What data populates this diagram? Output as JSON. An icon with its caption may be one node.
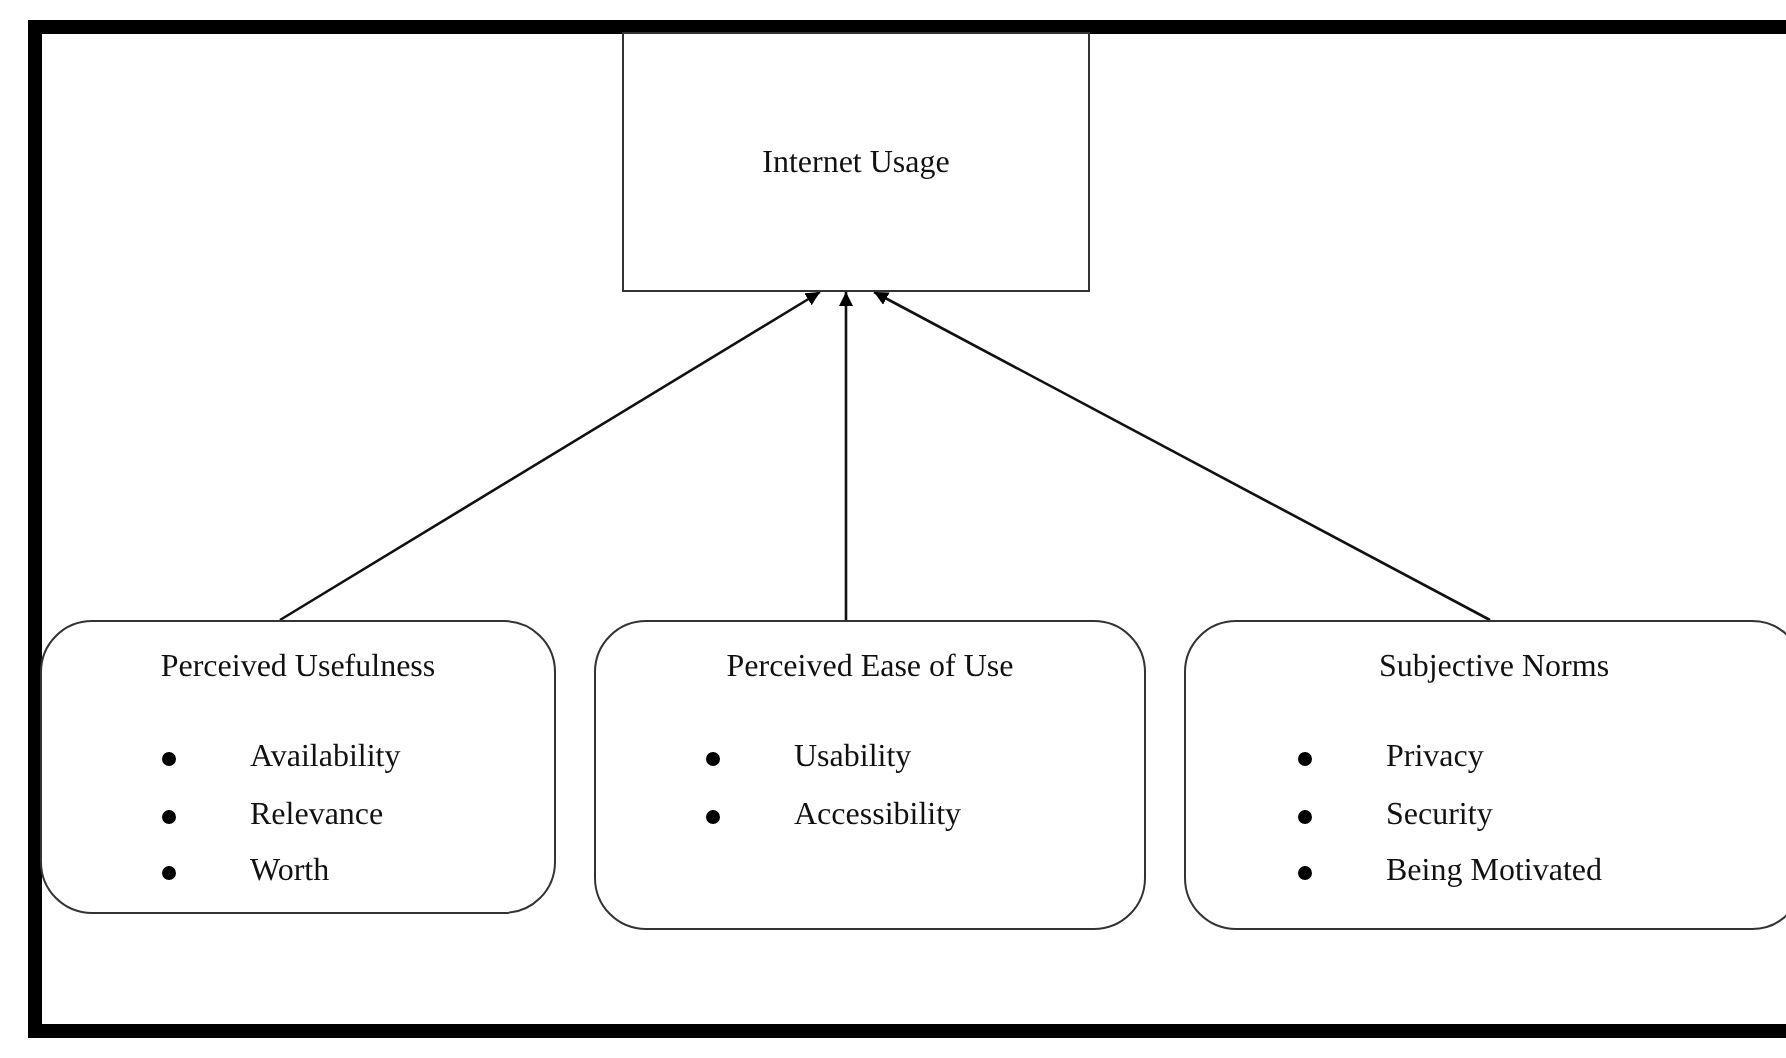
{
  "diagram": {
    "nodes": [
      {
        "text": [
          "Internet Usage"
        ]
      },
      {
        "text": [
          "Perceived Usefulness",
          "Availability",
          "Relevance",
          "Worth"
        ]
      },
      {
        "text": [
          "Perceived Ease of Use",
          "Usability",
          "Accessibility"
        ]
      },
      {
        "text": [
          "Subjective Norms",
          "Privacy",
          "Security",
          "Being Motivated"
        ]
      }
    ],
    "edges": [
      {
        "from": 1,
        "to": 0,
        "arrow": "to"
      },
      {
        "from": 2,
        "to": 0,
        "arrow": "to"
      },
      {
        "from": 3,
        "to": 0,
        "arrow": "to"
      }
    ]
  }
}
